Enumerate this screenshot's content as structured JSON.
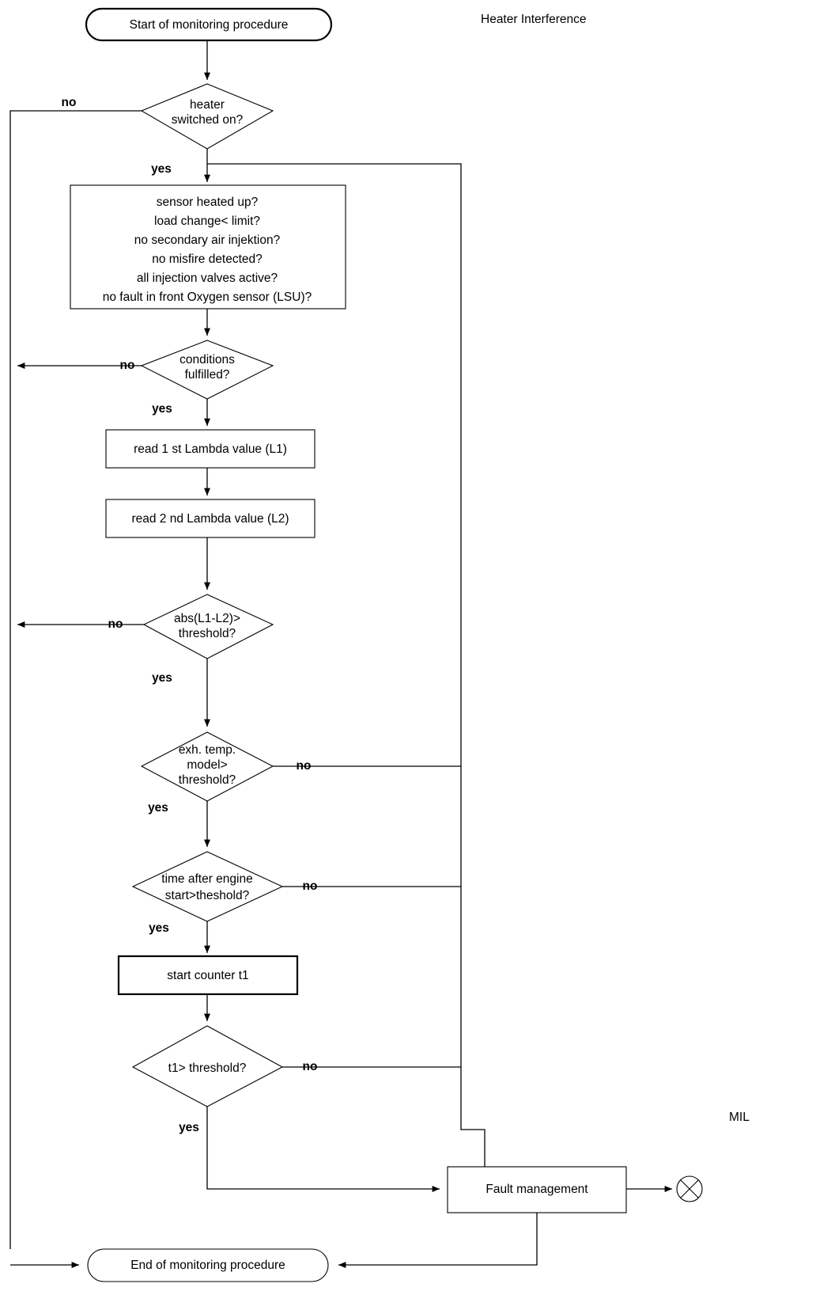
{
  "diagram": {
    "title": "Heater Interference",
    "type": "flowchart",
    "start_node": {
      "label": "Start of monitoring procedure"
    },
    "end_node": {
      "label": "End of monitoring procedure"
    },
    "decisions": [
      {
        "id": "heater",
        "lines": [
          "heater",
          "switched on?"
        ],
        "yes_label": "yes",
        "no_label": "no"
      },
      {
        "id": "conditions",
        "lines": [
          "conditions",
          "fulfilled?"
        ],
        "yes_label": "yes",
        "no_label": "no"
      },
      {
        "id": "abs",
        "lines": [
          "abs(L1-L2)>",
          "threshold?"
        ],
        "yes_label": "yes",
        "no_label": "no"
      },
      {
        "id": "exh",
        "lines": [
          "exh. temp.",
          "model>",
          "threshold?"
        ],
        "yes_label": "yes",
        "no_label": "no"
      },
      {
        "id": "time",
        "lines": [
          "time after engine",
          "start>theshold?"
        ],
        "yes_label": "yes",
        "no_label": "no"
      },
      {
        "id": "t1",
        "lines": [
          "t1> threshold?"
        ],
        "yes_label": "yes",
        "no_label": "no"
      }
    ],
    "condition_box": {
      "lines": [
        "sensor heated up?",
        "load change< limit?",
        "no secondary air injektion?",
        "no misfire detected?",
        "all injection valves active?",
        "no fault in front Oxygen sensor (LSU)?"
      ]
    },
    "processes": [
      {
        "id": "read1",
        "label": "read 1 st Lambda value (L1)"
      },
      {
        "id": "read2",
        "label": "read 2 nd Lambda value (L2)"
      },
      {
        "id": "counter",
        "label": "start counter t1"
      },
      {
        "id": "fault",
        "label": "Fault management"
      }
    ],
    "mil": {
      "label": "MIL",
      "symbol": "circled-x"
    },
    "colors": {
      "stroke": "#000000",
      "fill": "#ffffff",
      "text": "#000000",
      "background": "#ffffff"
    }
  }
}
